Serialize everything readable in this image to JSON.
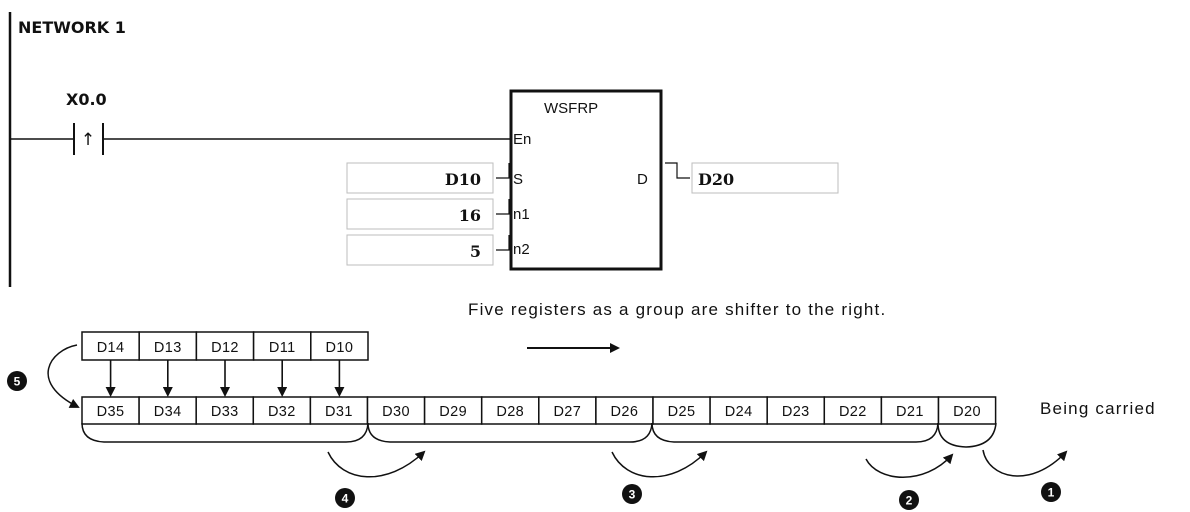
{
  "network_label": "NETWORK 1",
  "contact": {
    "label": "X0.0",
    "symbol": "↑"
  },
  "instruction": {
    "name": "WSFRP",
    "pins": {
      "en": "En",
      "s": "S",
      "n1": "n1",
      "n2": "n2",
      "d": "D"
    },
    "operands": {
      "s": "D10",
      "n1": "16",
      "n2": "5",
      "d": "D20"
    }
  },
  "caption": "Five registers as a group are shifter to the right.",
  "source_registers": [
    "D14",
    "D13",
    "D12",
    "D11",
    "D10"
  ],
  "dest_registers": [
    "D35",
    "D34",
    "D33",
    "D32",
    "D31",
    "D30",
    "D29",
    "D28",
    "D27",
    "D26",
    "D25",
    "D24",
    "D23",
    "D22",
    "D21",
    "D20"
  ],
  "carried_label": "Being carried",
  "steps": [
    "5",
    "4",
    "3",
    "2",
    "1"
  ]
}
